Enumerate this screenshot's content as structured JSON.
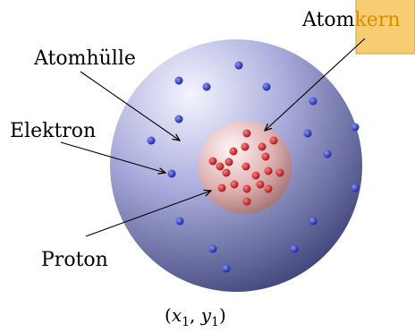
{
  "labels": {
    "atomkern_black": "Atom",
    "atomkern_orange": "kern",
    "atomhuelle": "Atomhülle",
    "elektron": "Elektron",
    "proton": "Proton"
  },
  "coordinate": {
    "open": "(",
    "x": "x",
    "x_sub": "1",
    "comma": ", ",
    "y": "y",
    "y_sub": "1",
    "close": ")"
  },
  "colors": {
    "shell_light": "#f0f0ff",
    "shell_dark": "#4a4e86",
    "nucleus_light": "#fff2f2",
    "nucleus_dark": "#a87474",
    "electron": "#1f2fb3",
    "proton": "#c42020",
    "kern_box": "#f7cd73",
    "kern_box_border": "#c9a24b",
    "kern_text": "#e08a00"
  }
}
